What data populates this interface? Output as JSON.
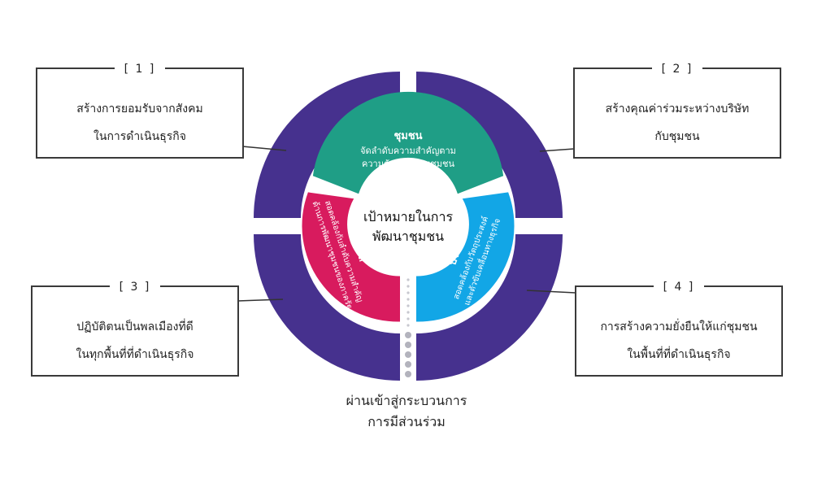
{
  "center": {
    "line1": "เป้าหมายในการ",
    "line2": "พัฒนาชุมชน"
  },
  "segments": {
    "community": {
      "title": "ชุมชน",
      "line1": "จัดลำดับความสำคัญตาม",
      "line2": "ความต้องการของชุมชน",
      "color": "#1f9e86"
    },
    "company": {
      "title": "บริษัท",
      "line1": "สอดคล้องกับวัตถุประสงค์",
      "line2": "และตัวขับเคลื่อนทางธุรกิจ",
      "color": "#12a6e6"
    },
    "government": {
      "title": "รัฐบาล",
      "line1": "สอดคล้องกับลำดับความสำคัญ",
      "line2": "ด้านการพัฒนาชุมชนของภาครัฐ",
      "color": "#d81b5e"
    }
  },
  "outer_ring_color": "#46318e",
  "boxes": [
    {
      "number": "[ 1 ]",
      "line1": "สร้างการยอมรับจากสังคม",
      "line2": "ในการดำเนินธุรกิจ"
    },
    {
      "number": "[ 2 ]",
      "line1": "สร้างคุณค่าร่วมระหว่างบริษัท",
      "line2": "กับชุมชน"
    },
    {
      "number": "[ 3 ]",
      "line1": "ปฏิบัติตนเป็นพลเมืองที่ดี",
      "line2": "ในทุกพื้นที่ที่ดำเนินธุรกิจ"
    },
    {
      "number": "[ 4 ]",
      "line1": "การสร้างความยั่งยืนให้แก่ชุมชน",
      "line2": "ในพื้นที่ที่ดำเนินธุรกิจ"
    }
  ],
  "footer": {
    "line1": "ผ่านเข้าสู่กระบวนการ",
    "line2": "การมีส่วนร่วม"
  }
}
